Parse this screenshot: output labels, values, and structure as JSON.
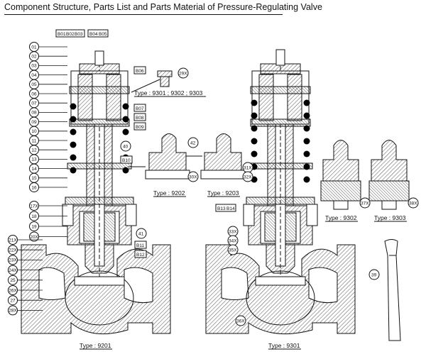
{
  "title": "Component Structure, Parts List and Parts Material of Pressure-Regulating Valve",
  "circle_labels_left": [
    "01",
    "02",
    "03",
    "04",
    "05",
    "06",
    "07",
    "08",
    "09",
    "10",
    "11",
    "12",
    "13",
    "14",
    "15",
    "16",
    "17X",
    "18",
    "19",
    "20X",
    "21X",
    "22X",
    "23X",
    "24X",
    "25",
    "26X",
    "27",
    "28X"
  ],
  "box_labels_top": [
    "B01",
    "B02",
    "B03",
    "B04",
    "B05"
  ],
  "box_labels_right": [
    "B06",
    "B07",
    "B08",
    "B09",
    "B10",
    "B11",
    "B12"
  ],
  "callouts": {
    "c29": "29X",
    "c30": "30X",
    "c31": "31X",
    "c32": "32X",
    "c33": "33X",
    "c34": "34X",
    "c35": "35X",
    "c36": "36X",
    "c37": "37X",
    "c38": "38X",
    "c39": "39",
    "c40": "40",
    "c41": "41",
    "c42": "42"
  },
  "box_b13": "B13",
  "box_b14": "B14",
  "types": {
    "t9301_9302_9303": "Type : 9301 ; 9302 ; 9303",
    "t9202": "Type : 9202",
    "t9203": "Type : 9203",
    "t9201": "Type : 9201",
    "t9301": "Type : 9301",
    "t9302": "Type : 9302",
    "t9303": "Type : 9303"
  },
  "colors": {
    "ink": "#111111",
    "hatch": "#555555",
    "coil": "#000000"
  }
}
